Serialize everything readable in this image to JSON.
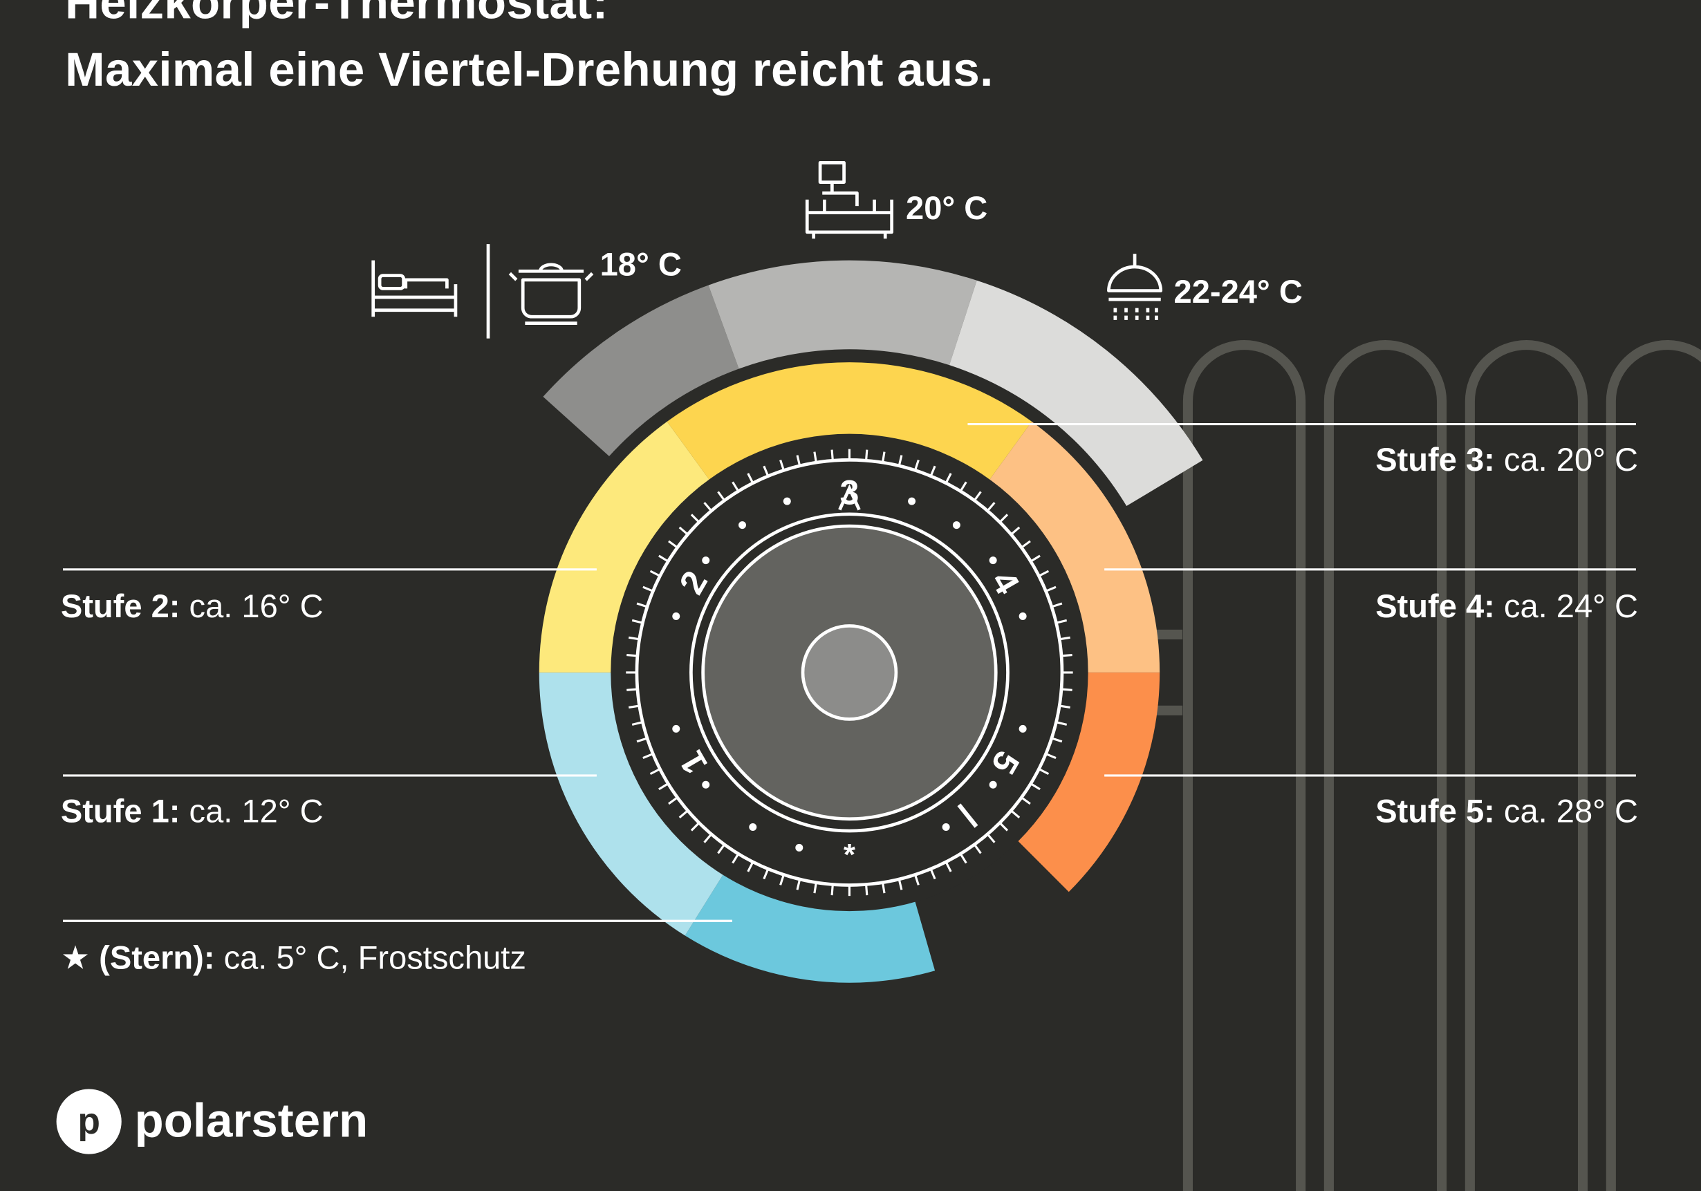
{
  "header": {
    "title_line1": "Heizkörper-Thermostat:",
    "title_line2": "Maximal eine Viertel-Drehung reicht aus."
  },
  "rooms": [
    {
      "id": "bedroom-kitchen",
      "icons": [
        "bed-icon",
        "pot-icon"
      ],
      "temperature": "18° C"
    },
    {
      "id": "living-room",
      "icons": [
        "sofa-lamp-icon"
      ],
      "temperature": "20° C"
    },
    {
      "id": "bathroom",
      "icons": [
        "shower-icon"
      ],
      "temperature": "22-24° C"
    }
  ],
  "levels": [
    {
      "name": "Stufe 1:",
      "value": "ca. 12° C",
      "color": "#aee1ec"
    },
    {
      "name": "Stufe 2:",
      "value": "ca. 16° C",
      "color": "#fde97c"
    },
    {
      "name": "Stufe 3:",
      "value": "ca. 20° C",
      "color": "#fdd54f"
    },
    {
      "name": "Stufe 4:",
      "value": "ca. 24° C",
      "color": "#fdc184"
    },
    {
      "name": "Stufe 5:",
      "value": "ca. 28° C",
      "color": "#fc8f4b"
    }
  ],
  "frost": {
    "symbol": "★",
    "name": "(Stern):",
    "value": "ca. 5° C, Frostschutz",
    "color": "#6cc8dd"
  },
  "dial": {
    "numbers": [
      "1",
      "2",
      "3",
      "4",
      "5"
    ],
    "star_mark": "*"
  },
  "room_arc_colors": [
    "#8e8e8c",
    "#b5b5b3",
    "#dcdcda"
  ],
  "brand": {
    "logo_letter": "p",
    "name": "polarstern"
  }
}
